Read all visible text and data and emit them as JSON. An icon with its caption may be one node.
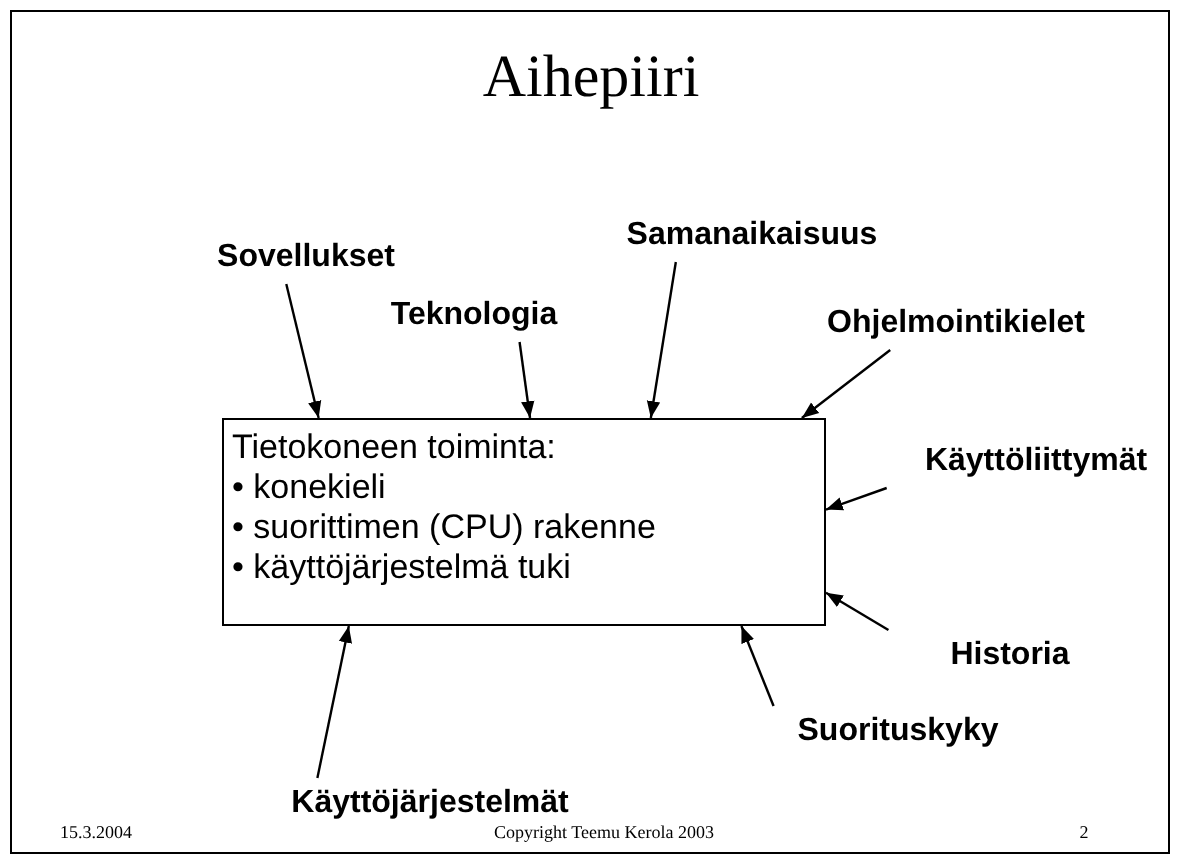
{
  "diagram": {
    "title": "Aihepiiri",
    "nodes": [
      {
        "text": [
          "Tietokoneen toiminta:",
          "• konekieli",
          "• suorittimen (CPU) rakenne",
          "• käyttöjärjestelmä tuki"
        ]
      },
      {
        "text": [
          "Sovellukset"
        ]
      },
      {
        "text": [
          "Teknologia"
        ]
      },
      {
        "text": [
          "Samanaikaisuus"
        ]
      },
      {
        "text": [
          "Ohjelmointikielet"
        ]
      },
      {
        "text": [
          "Käyttöliittymät"
        ]
      },
      {
        "text": [
          "Historia"
        ]
      },
      {
        "text": [
          "Suorituskyky"
        ]
      },
      {
        "text": [
          "Käyttöjärjestelmät"
        ]
      }
    ],
    "edges": [
      {
        "from": 1,
        "to": 0,
        "arrow": "to"
      },
      {
        "from": 2,
        "to": 0,
        "arrow": "to"
      },
      {
        "from": 3,
        "to": 0,
        "arrow": "to"
      },
      {
        "from": 4,
        "to": 0,
        "arrow": "to"
      },
      {
        "from": 5,
        "to": 0,
        "arrow": "to"
      },
      {
        "from": 6,
        "to": 0,
        "arrow": "to"
      },
      {
        "from": 7,
        "to": 0,
        "arrow": "to"
      },
      {
        "from": 8,
        "to": 0,
        "arrow": "to"
      }
    ],
    "labels": [
      "15.3.2004",
      "Copyright Teemu Kerola 2003",
      "2"
    ]
  }
}
